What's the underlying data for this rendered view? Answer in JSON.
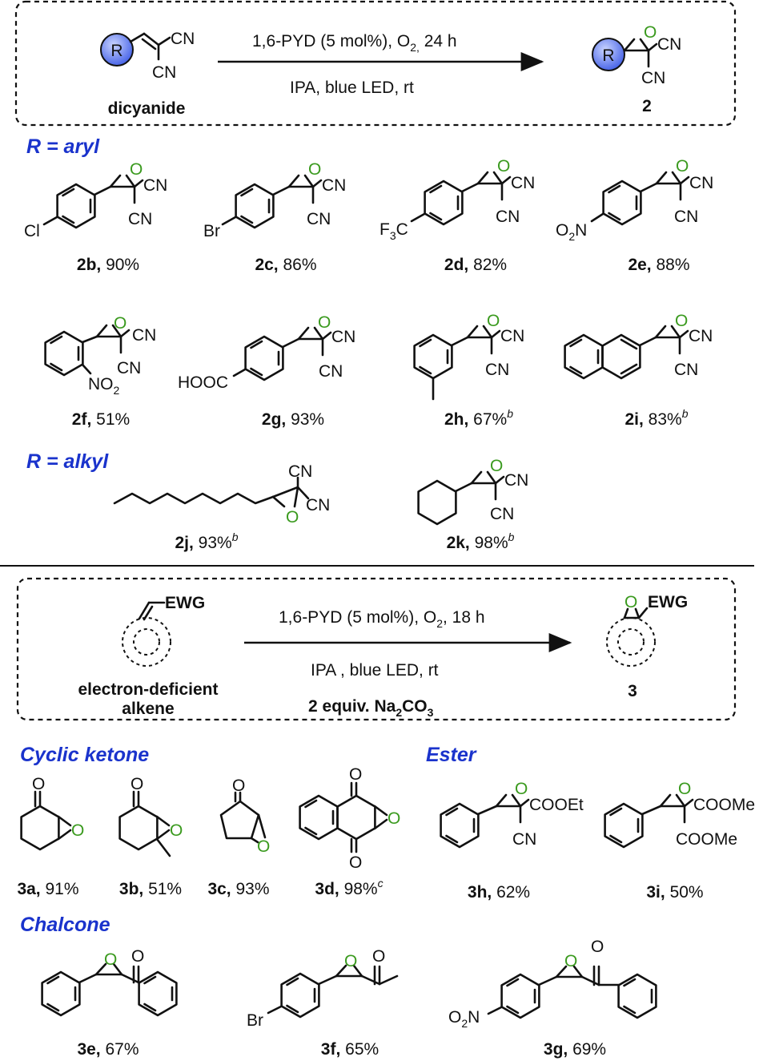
{
  "scheme1": {
    "reactant_label": "dicyanide",
    "r_label": "R",
    "cn": "CN",
    "o": "O",
    "conditions_top_a": "1,6-PYD (5 mol%), O",
    "conditions_top_sub": "2,",
    "conditions_top_b": " 24 h",
    "conditions_bottom": "IPA, blue LED, rt",
    "product_label": "2"
  },
  "sections": {
    "aryl": "R = aryl",
    "alkyl": "R = alkyl",
    "cyclic_ketone": "Cyclic ketone",
    "ester": "Ester",
    "chalcone": "Chalcone"
  },
  "substituents": {
    "cl": "Cl",
    "br": "Br",
    "f3c_a": "F",
    "f3c_sub": "3",
    "f3c_b": "C",
    "o2n_a": "O",
    "o2n_sub": "2",
    "o2n_b": "N",
    "no2_a": "NO",
    "no2_sub": "2",
    "hooc": "HOOC",
    "cooet": "COOEt",
    "coome": "COOMe"
  },
  "compounds": {
    "c2b": {
      "id": "2b,",
      "yield": " 90%",
      "note": ""
    },
    "c2c": {
      "id": "2c,",
      "yield": " 86%",
      "note": ""
    },
    "c2d": {
      "id": "2d,",
      "yield": " 82%",
      "note": ""
    },
    "c2e": {
      "id": "2e,",
      "yield": " 88%",
      "note": ""
    },
    "c2f": {
      "id": "2f,",
      "yield": " 51%",
      "note": ""
    },
    "c2g": {
      "id": "2g,",
      "yield": " 93%",
      "note": ""
    },
    "c2h": {
      "id": "2h,",
      "yield": " 67%",
      "note": "b"
    },
    "c2i": {
      "id": "2i,",
      "yield": " 83%",
      "note": "b"
    },
    "c2j": {
      "id": "2j,",
      "yield": " 93%",
      "note": "b"
    },
    "c2k": {
      "id": "2k,",
      "yield": " 98%",
      "note": "b"
    },
    "c3a": {
      "id": "3a,",
      "yield": " 91%",
      "note": ""
    },
    "c3b": {
      "id": "3b,",
      "yield": " 51%",
      "note": ""
    },
    "c3c": {
      "id": "3c,",
      "yield": " 93%",
      "note": ""
    },
    "c3d": {
      "id": "3d,",
      "yield": " 98%",
      "note": "c"
    },
    "c3h": {
      "id": "3h,",
      "yield": " 62%",
      "note": ""
    },
    "c3i": {
      "id": "3i,",
      "yield": " 50%",
      "note": ""
    },
    "c3e": {
      "id": "3e,",
      "yield": " 67%",
      "note": ""
    },
    "c3f": {
      "id": "3f,",
      "yield": " 65%",
      "note": ""
    },
    "c3g": {
      "id": "3g,",
      "yield": " 69%",
      "note": ""
    }
  },
  "scheme2": {
    "ewg": "EWG",
    "reactant_label_1": "electron-deficient",
    "reactant_label_2": "alkene",
    "conditions_top_a": "1,6-PYD (5 mol%), O",
    "conditions_top_sub": "2",
    "conditions_top_b": ", 18 h",
    "conditions_bottom": "IPA , blue LED, rt",
    "base_a": "2 equiv. Na",
    "base_sub1": "2",
    "base_b": "CO",
    "base_sub2": "3",
    "product_label": "3"
  },
  "colors": {
    "oxygen": "#3a9a1e",
    "section_heading": "#1a33cc",
    "r_group_fill": "#5b78f0"
  }
}
